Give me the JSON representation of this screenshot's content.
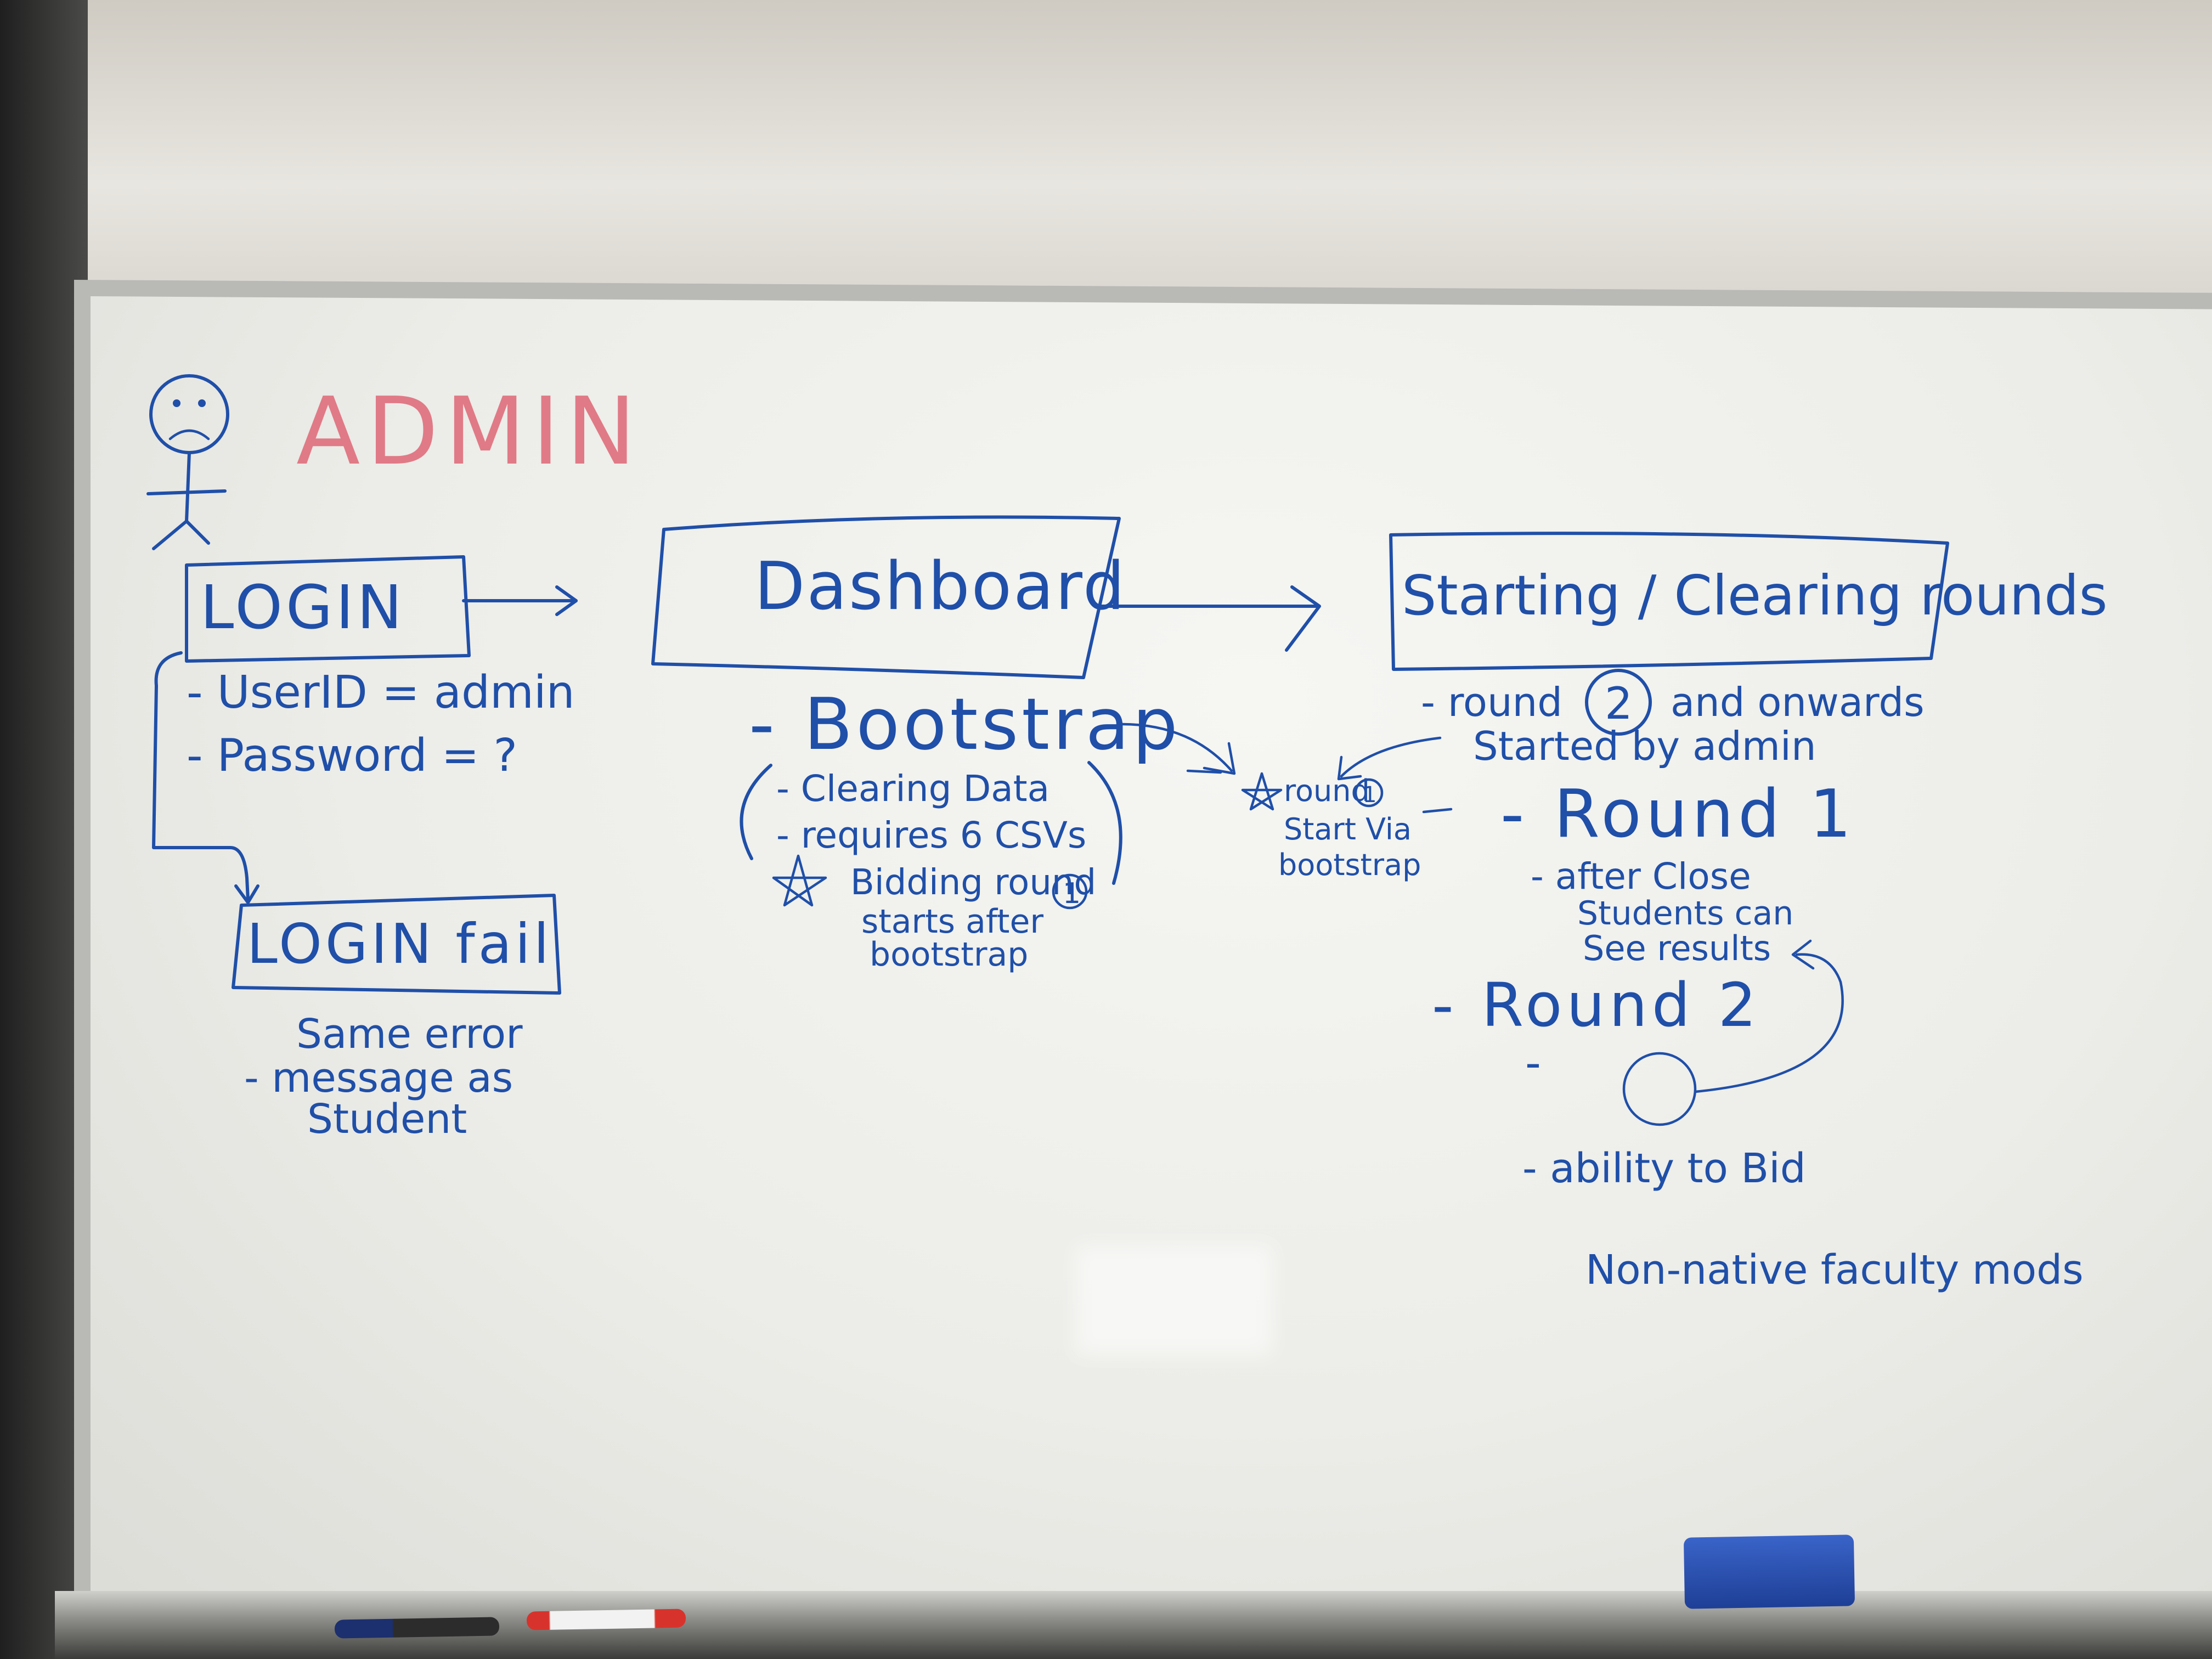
{
  "actor": {
    "role_label": "ADMIN"
  },
  "login": {
    "box_label": "LOGIN",
    "lines": [
      "- UserID = admin",
      "- Password = ?"
    ],
    "fail_box_label": "LOGIN fail",
    "fail_note": [
      "Same error",
      "- message as",
      "Student"
    ]
  },
  "dashboard": {
    "box_label": "Dashboard",
    "bootstrap_heading": "- Bootstrap",
    "bootstrap_items": [
      "- Clearing Data",
      "- requires 6 CSVs"
    ],
    "bootstrap_star_note": [
      "Bidding round",
      "starts after",
      "bootstrap"
    ],
    "bootstrap_star_round_num": "1"
  },
  "star_note": {
    "line1": "round",
    "round_num": "1",
    "line2": "Start Via",
    "line3": "bootstrap"
  },
  "rounds": {
    "box_label": "Starting / Clearing rounds",
    "intro_prefix": "- round",
    "intro_round_num": "2",
    "intro_suffix": "and onwards",
    "intro_line2": "Started by admin",
    "round1_heading": "- Round 1",
    "round1_notes": [
      "- after Close",
      "Students can",
      "See results"
    ],
    "round2_heading": "- Round 2",
    "round2_blank": "-",
    "extra_lines": [
      "- ability to Bid",
      "Non-native faculty mods"
    ]
  },
  "colors": {
    "ink_blue": "#1f4fa8",
    "ink_red": "#e07a86",
    "eraser": "#2a52b5"
  }
}
